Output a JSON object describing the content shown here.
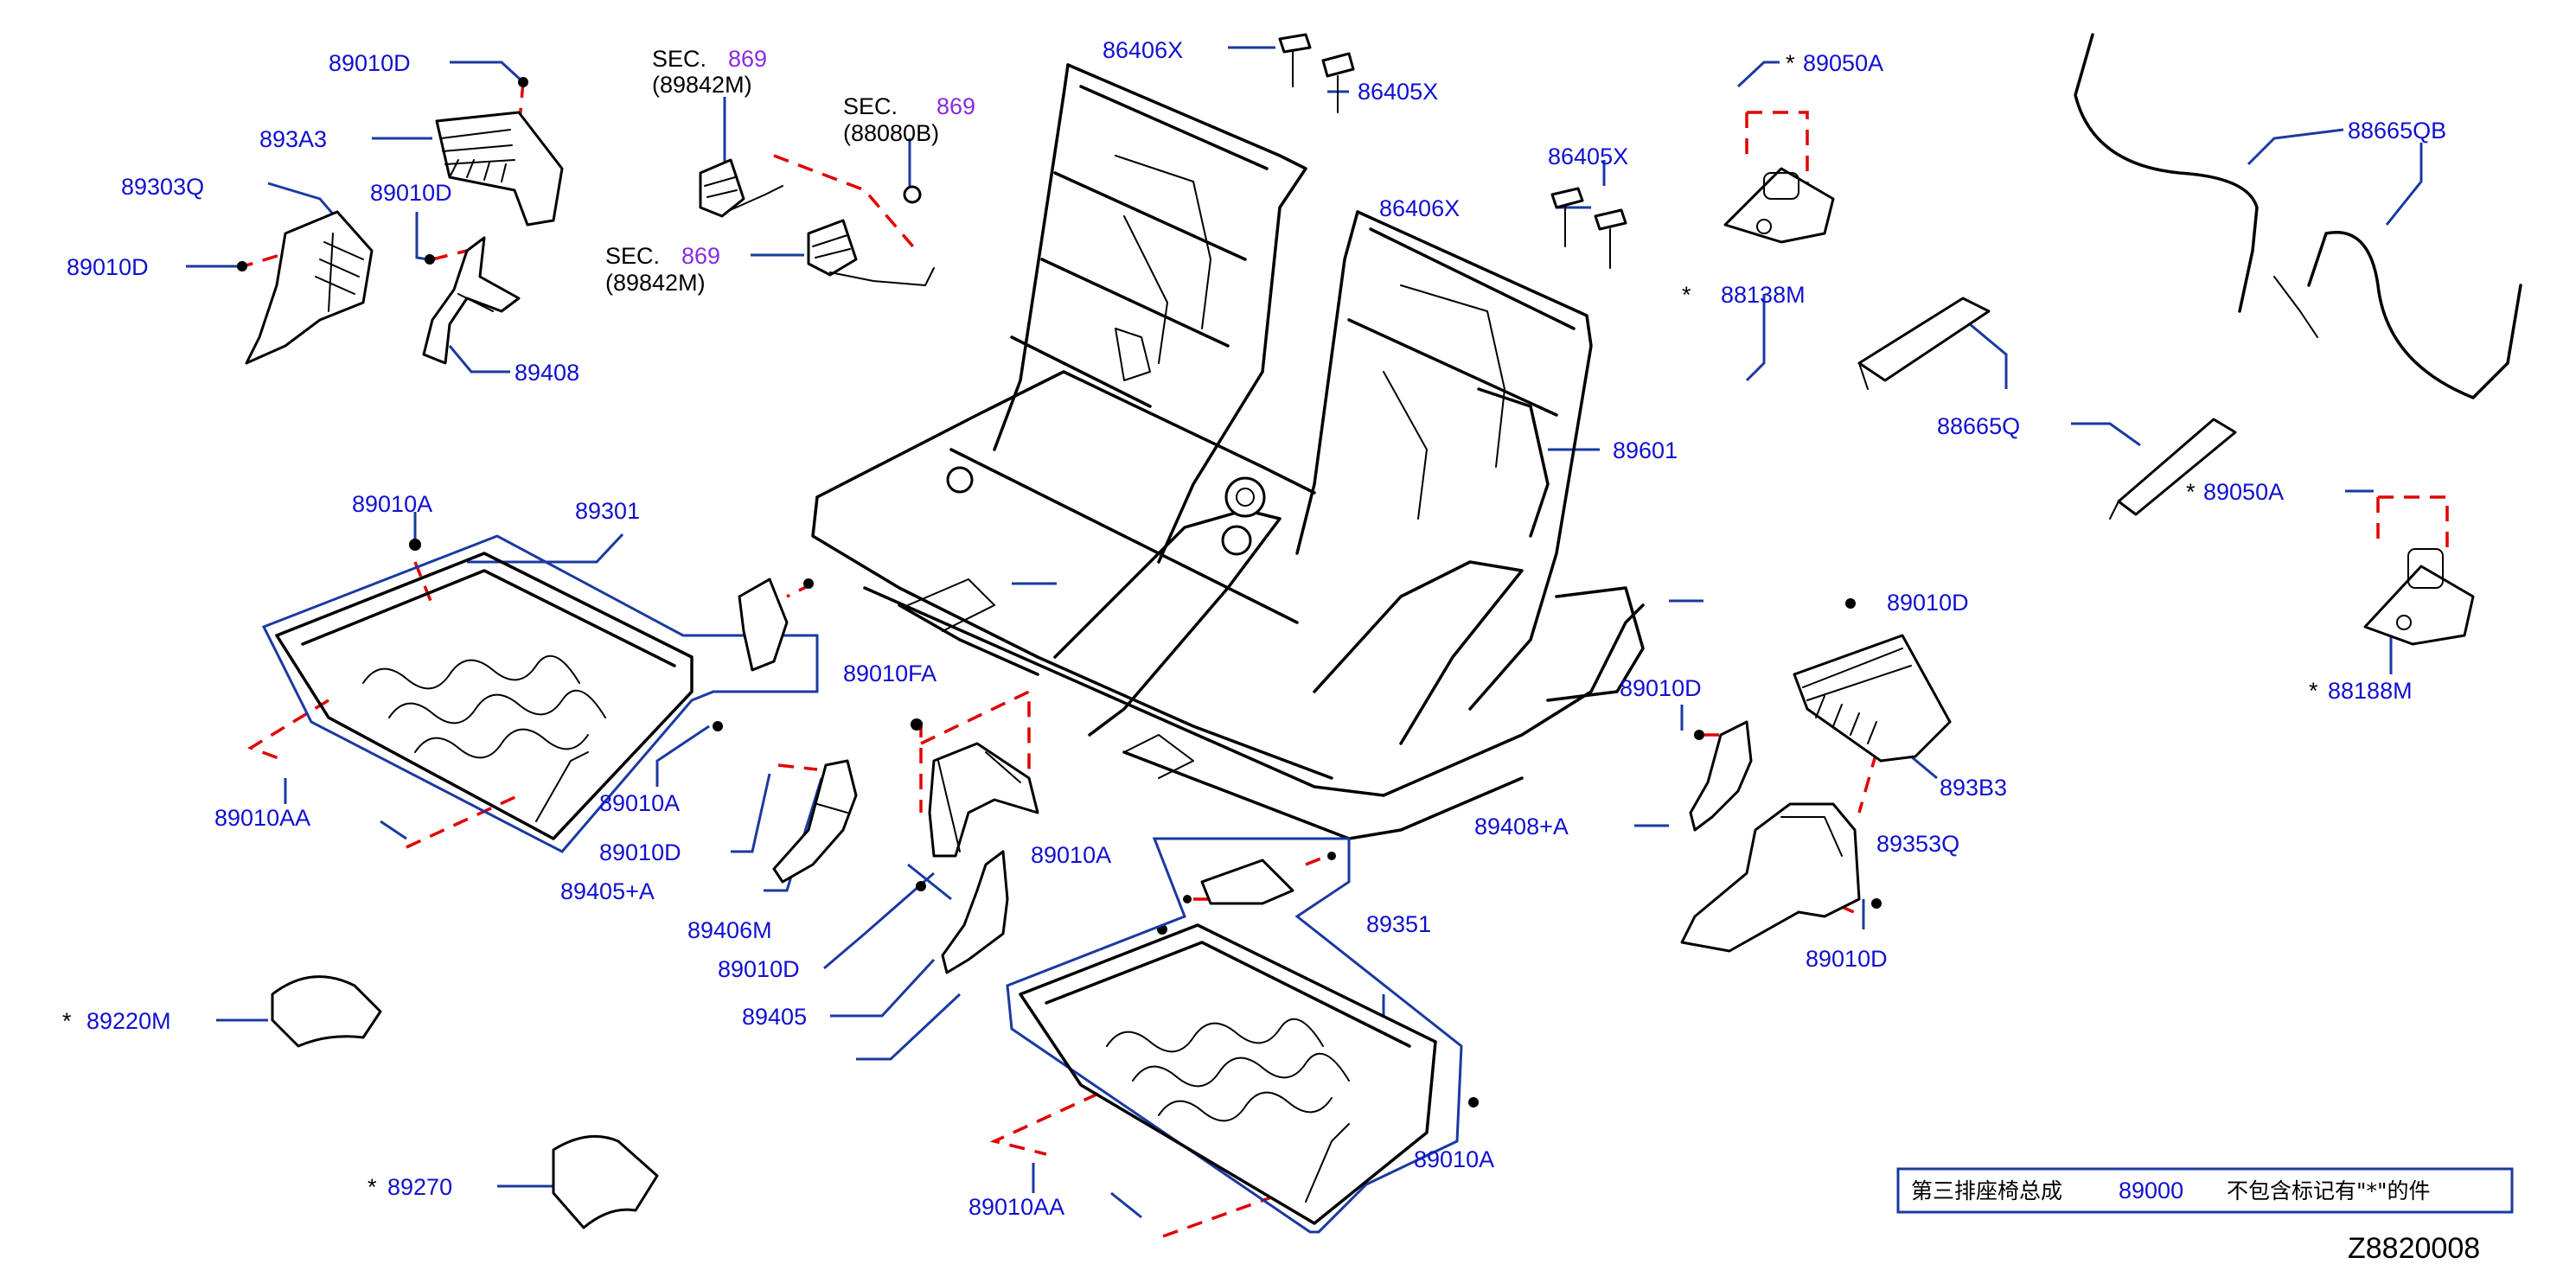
{
  "diagram": {
    "labels": {
      "p89010D_tl": "89010D",
      "p893A3": "893A3",
      "p89303Q": "89303Q",
      "p89010D_l2": "89010D",
      "p89010D_l3": "89010D",
      "p89408": "89408",
      "sec1": "SEC.",
      "sec1_num": "869",
      "sec1_ref": "(89842M)",
      "sec2": "SEC.",
      "sec2_num": "869",
      "sec2_ref": "(88080B)",
      "sec3": "SEC.",
      "sec3_num": "869",
      "sec3_ref": "(89842M)",
      "p86406X_a": "86406X",
      "p86405X_a": "86405X",
      "p86405X_b": "86405X",
      "p86406X_b": "86406X",
      "p89050A_a": "89050A",
      "p88138M": "88138M",
      "p88665QB": "88665QB",
      "p88665Q": "88665Q",
      "p89050A_b": "89050A",
      "p88188M": "88188M",
      "p89601": "89601",
      "p89010A_a": "89010A",
      "p89301": "89301",
      "p89010AA_a": "89010AA",
      "p89010A_b": "89010A",
      "p89010D_m1": "89010D",
      "p89405A": "89405+A",
      "p89010FA": "89010FA",
      "p89406M": "89406M",
      "p89010D_m2": "89010D",
      "p89405": "89405",
      "p89010A_c": "89010A",
      "p89351": "89351",
      "p89010A_d": "89010A",
      "p89010AA_b": "89010AA",
      "p89010D_r1": "89010D",
      "p89010D_r2": "89010D",
      "p893B3": "893B3",
      "p89408A": "89408+A",
      "p89353Q": "89353Q",
      "p89010D_r3": "89010D",
      "p89220M": "89220M",
      "p89270": "89270",
      "star": "*"
    },
    "note": {
      "assembly_cn": "第三排座椅总成",
      "assembly_code": "89000",
      "exclusion_cn": "不包含标记有\"*\"的件"
    },
    "figure_code": "Z8820008",
    "colors": {
      "label": "#1010d0",
      "section_num": "#8a2be2",
      "leader": "#1a3aa0",
      "dashed": "#e00000"
    }
  }
}
